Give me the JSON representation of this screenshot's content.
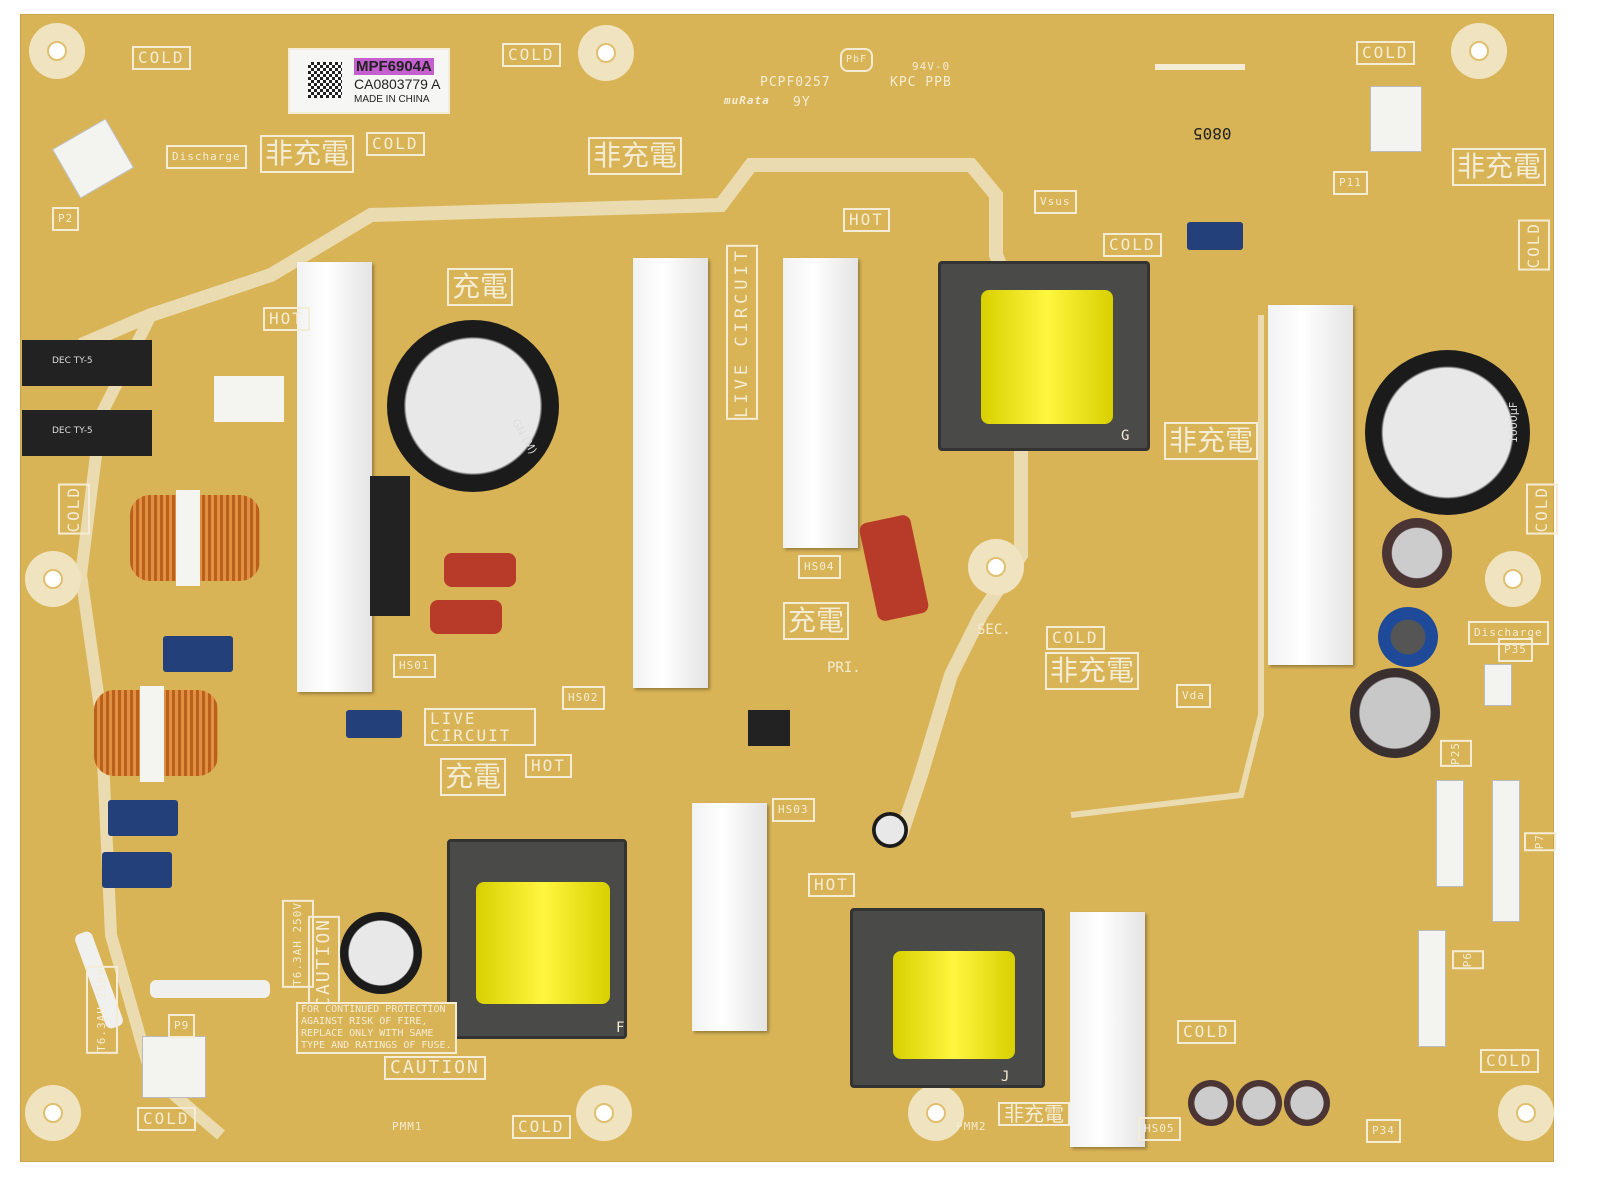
{
  "label": {
    "part": "MPF6904A",
    "serial": "CA0803779 A",
    "origin": "MADE IN CHINA",
    "part_highlight": "#c55fd0"
  },
  "marks": {
    "pcb": "PCPF0257",
    "rating": "94V-0",
    "kpc": "KPC PPB",
    "code": "9Y",
    "maker": "muRata",
    "pbf": "PbF",
    "date": "0805"
  },
  "cold": [
    "COLD",
    "COLD",
    "COLD",
    "COLD",
    "COLD",
    "COLD",
    "COLD",
    "COLD",
    "COLD",
    "COLD",
    "COLD",
    "COLD",
    "COLD"
  ],
  "hot": [
    "HOT",
    "HOT",
    "HOT",
    "HOT"
  ],
  "non_charge": [
    "非充電",
    "非充電",
    "非充電",
    "非充電",
    "非充電",
    "非充電"
  ],
  "charge": [
    "充電",
    "充電",
    "充電"
  ],
  "live_circuit": [
    "LIVE CIRCUIT",
    "LIVE CIRCUIT"
  ],
  "caution": [
    "CAUTION",
    "CAUTION"
  ],
  "fuse_warning": [
    "FOR CONTINUED PROTECTION",
    "AGAINST RISK OF FIRE,",
    "REPLACE ONLY WITH SAME",
    "TYPE AND RATINGS OF FUSE."
  ],
  "fuse_rating": [
    "T6.3AH 250V",
    "T6.3AH 250V"
  ],
  "zones": {
    "sec": "SEC.",
    "pri": "PRI."
  },
  "discharge": [
    "Discharge",
    "Discharge"
  ],
  "voltages": {
    "vsus": "Vsus",
    "vda": "Vda"
  },
  "refs": {
    "hs01": "HS01",
    "hs02": "HS02",
    "hs03": "HS03",
    "hs04": "HS04",
    "hs05": "HS05",
    "pmm1": "PMM1",
    "pmm2": "PMM2",
    "p2": "P2",
    "p11": "P11",
    "p9": "P9",
    "p34": "P34",
    "p35": "P35",
    "p25": "P25",
    "p7": "P7",
    "p6": "P6",
    "t_g": "G",
    "t_f": "F",
    "t_j": "J"
  },
  "relay_text": [
    "DEC TY-5",
    "DEC TY-5"
  ],
  "cap_text": [
    "1000µF",
    "GN (M)"
  ],
  "colors": {
    "board": "#d9b456",
    "silkscreen": "#f4ecd4",
    "coil": "#f2ea20",
    "heatsink": "#f4f4f4"
  }
}
